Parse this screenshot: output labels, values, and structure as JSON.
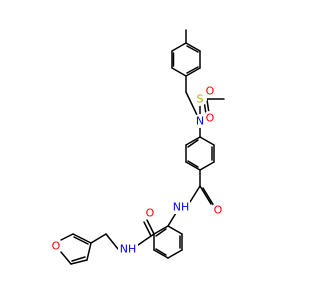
{
  "molecule": {
    "colors": {
      "bond": "#000000",
      "C": "#000000",
      "N": "#0000ff",
      "O": "#ff0000",
      "S": "#b2b200",
      "background": "#ffffff"
    },
    "atoms": {
      "N_sulfonamide": {
        "text": "N",
        "element": "N"
      },
      "S_sulfonyl": {
        "text": "S",
        "element": "S"
      },
      "O_sulfonyl_top": {
        "text": "O",
        "element": "O"
      },
      "O_sulfonyl_bottom": {
        "text": "O",
        "element": "O"
      },
      "NH_anilide": {
        "text": "NH",
        "element": "N"
      },
      "O_amide_upper": {
        "text": "O",
        "element": "O"
      },
      "O_amide_lower": {
        "text": "O",
        "element": "O"
      },
      "NH_furfuryl": {
        "text": "NH",
        "element": "N"
      },
      "O_furan": {
        "text": "O",
        "element": "O"
      }
    }
  }
}
